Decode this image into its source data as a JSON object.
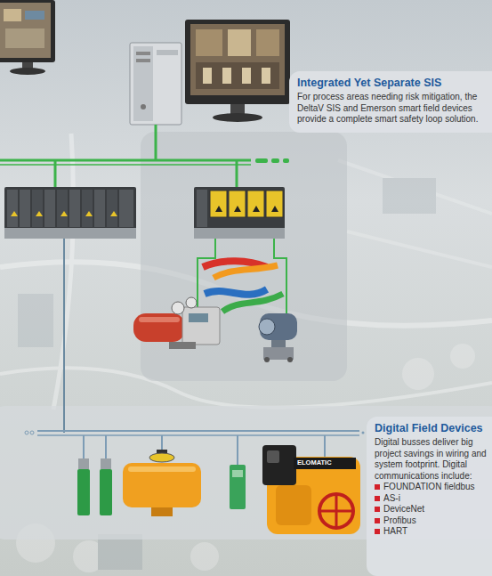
{
  "diagram": {
    "nodes": [
      {
        "text": [
          "Integrated Yet Separate SIS",
          "For process areas needing risk mitigation, the DeltaV SIS and Emerson smart field devices provide a complete smart safety loop solution."
        ]
      },
      {
        "text": [
          "Digital Field Devices",
          "Digital busses deliver big project savings in wiring and system footprint. Digital communications include:",
          "FOUNDATION fieldbus",
          "AS-i",
          "DeviceNet",
          "Profibus",
          "HART"
        ]
      }
    ],
    "labels": [
      "ELOMATIC"
    ]
  }
}
